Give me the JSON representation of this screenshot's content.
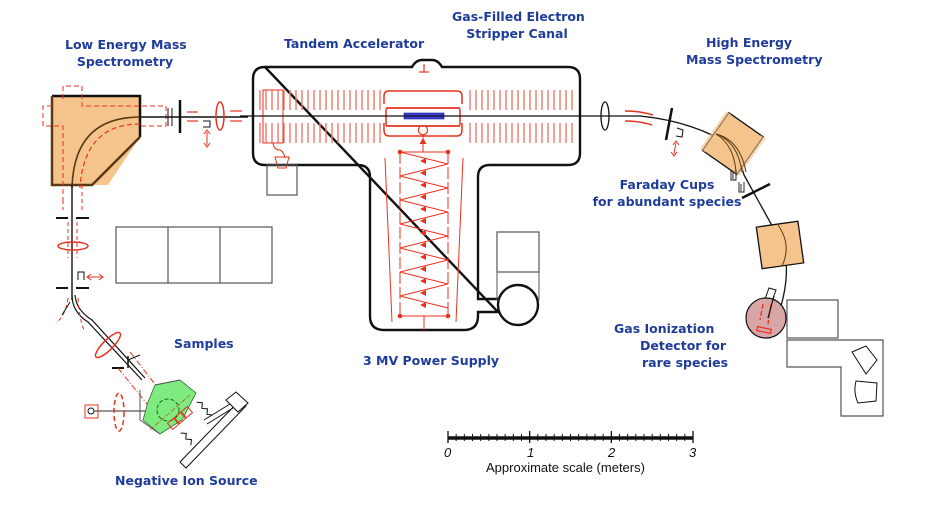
{
  "labels": {
    "low_energy_ms": [
      "Low Energy Mass",
      "Spectrometry"
    ],
    "tandem": "Tandem Accelerator",
    "stripper": [
      "Gas-Filled Electron",
      "Stripper Canal"
    ],
    "high_energy_ms": [
      "High Energy",
      "Mass Spectrometry"
    ],
    "faraday": [
      "Faraday Cups",
      "for abundant species"
    ],
    "gas_ion": [
      "Gas Ionization",
      "Detector for",
      "rare species"
    ],
    "samples": "Samples",
    "power_supply": "3 MV Power Supply",
    "ion_source": "Negative Ion Source"
  },
  "scale": {
    "ticks": [
      "0",
      "1",
      "2",
      "3"
    ],
    "title": "Approximate scale (meters)",
    "max_m": 3,
    "minor_per_unit": 10
  },
  "colors": {
    "label_text": "#1f3c9b",
    "beam_optics": "#e8321e",
    "magnet_fill": "#f5c48c",
    "magnet_edge": "#5a3a14",
    "ion_source_fill": "#7fea7f",
    "stripper_fill": "#3b3bd6",
    "detector_fill": "#d9a6a8",
    "outline": "#111111"
  }
}
